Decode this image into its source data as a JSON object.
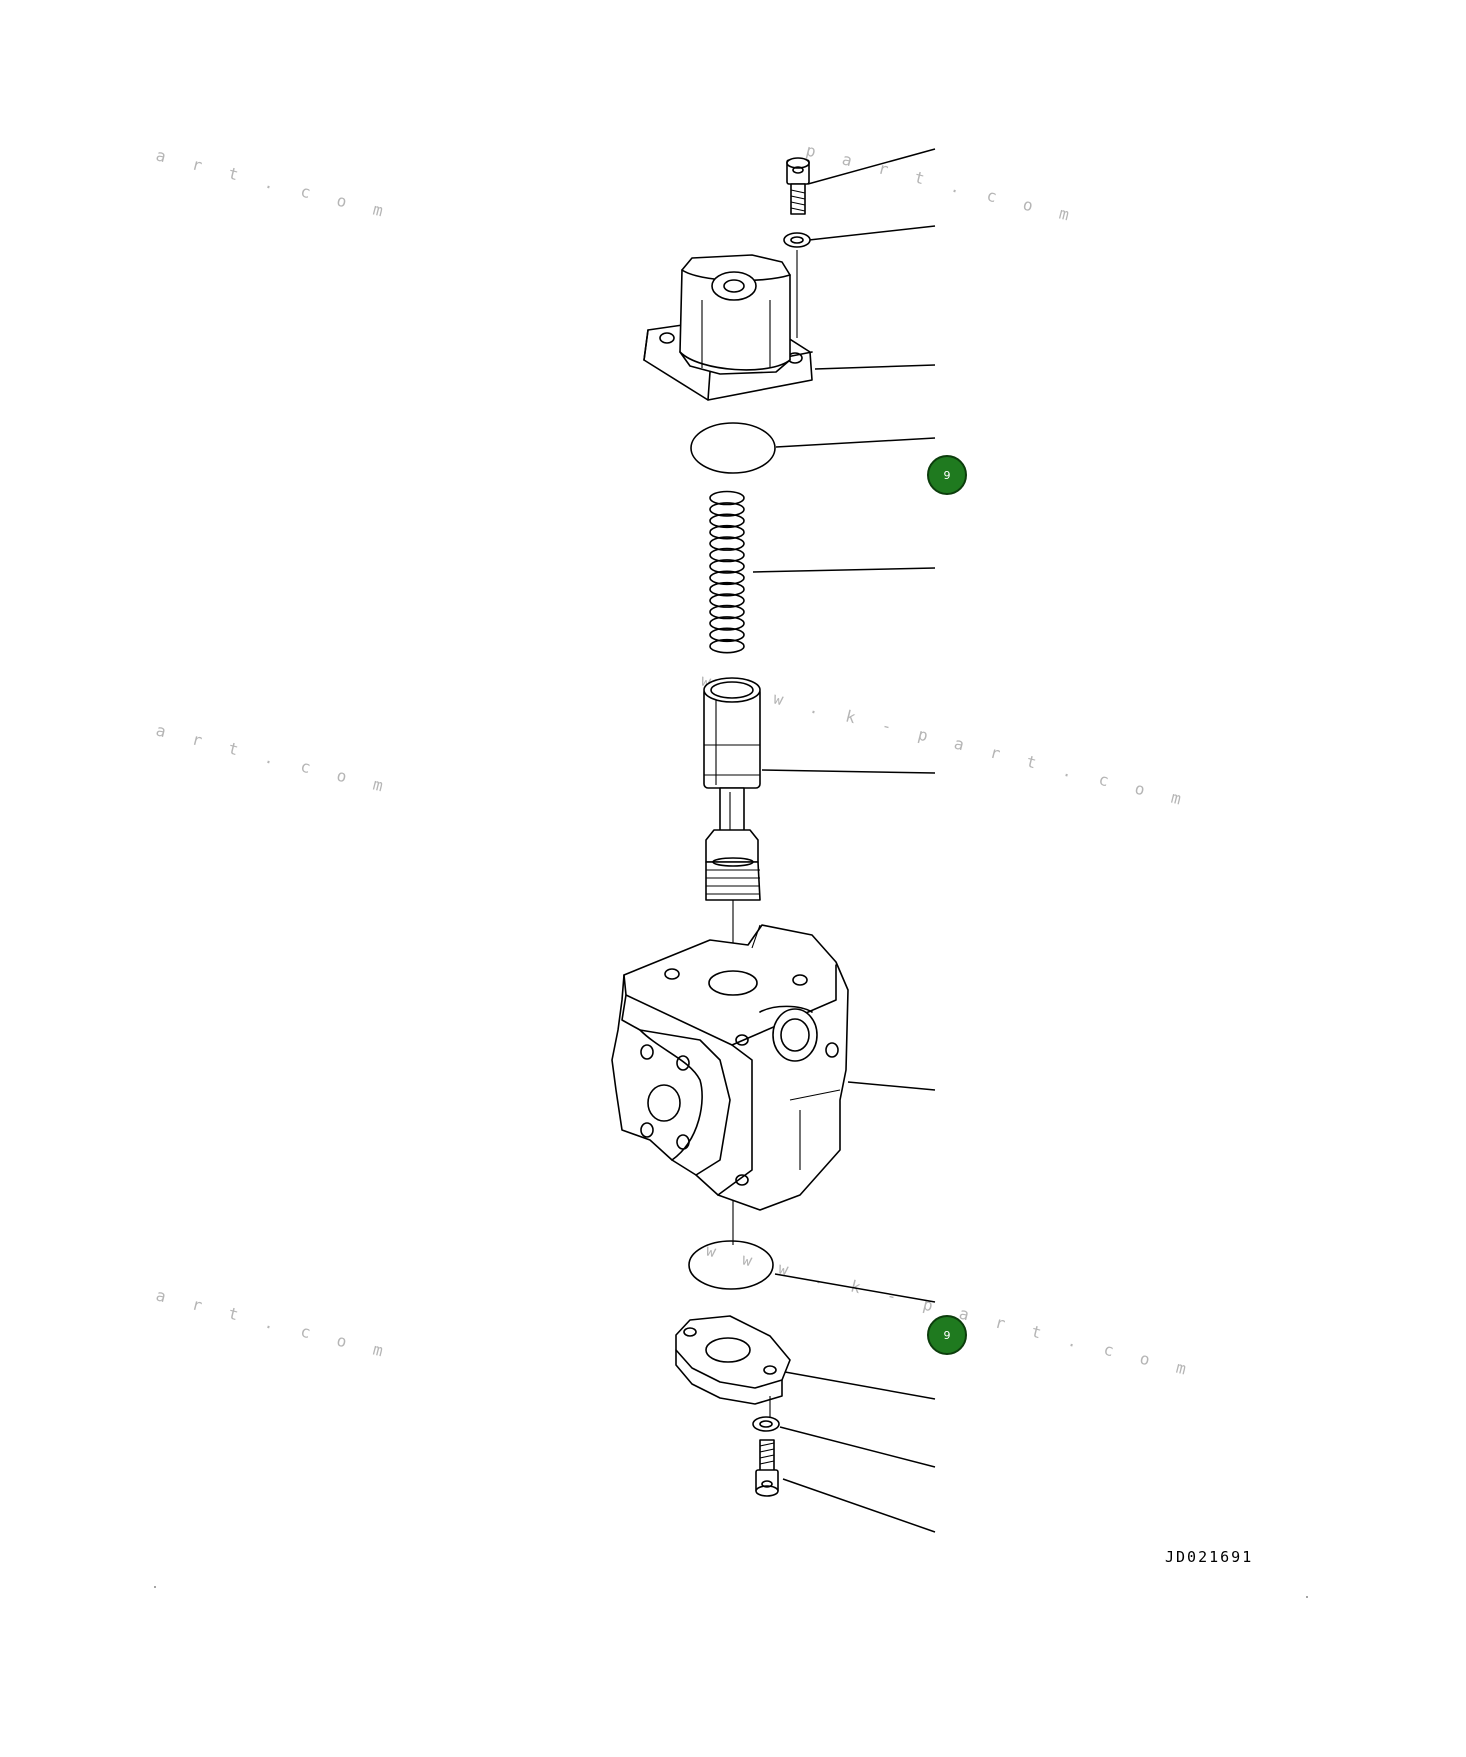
{
  "watermarks": [
    {
      "text": "a r t . c o m"
    },
    {
      "text": "a r t . c o m"
    },
    {
      "text": "a r t . c o m"
    },
    {
      "text": "p a r t . c o m"
    },
    {
      "text": "w w w . k - p a r t . c o m"
    },
    {
      "text": "w w w . k - p a r t . c o m"
    }
  ],
  "markers": [
    {
      "label": "9",
      "color": "#1f7a1f"
    },
    {
      "label": "9",
      "color": "#1f7a1f"
    }
  ],
  "drawing_id": "JD021691",
  "colors": {
    "line": "#000000",
    "background": "#ffffff",
    "marker": "#1f7a1f",
    "watermark": "#b5b5b5"
  }
}
